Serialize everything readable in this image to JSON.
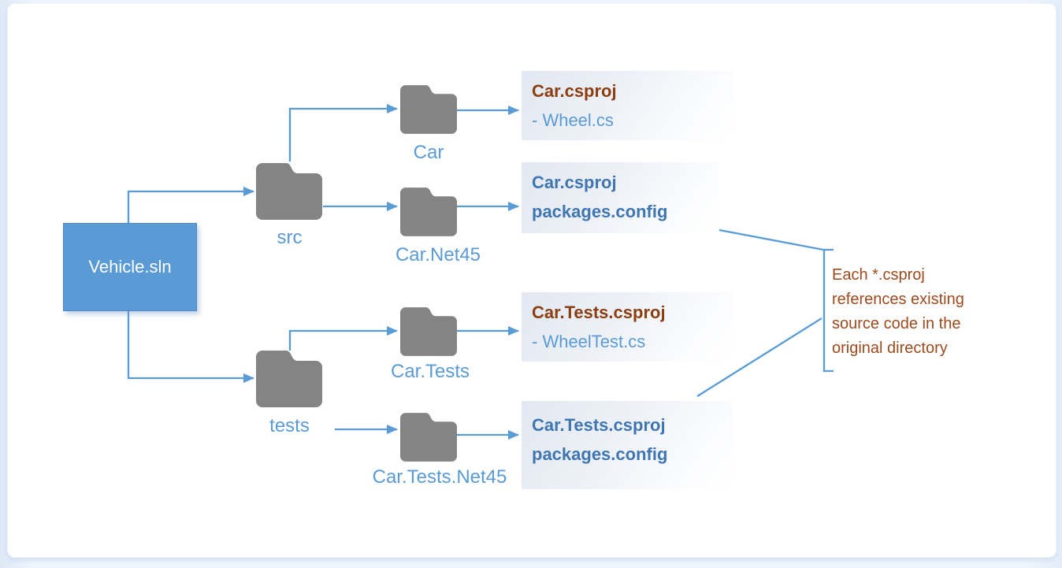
{
  "solution": {
    "label": "Vehicle.sln"
  },
  "folders": [
    {
      "id": "src",
      "label": "src"
    },
    {
      "id": "car",
      "label": "Car"
    },
    {
      "id": "car-net45",
      "label": "Car.Net45"
    },
    {
      "id": "tests",
      "label": "tests"
    },
    {
      "id": "car-tests",
      "label": "Car.Tests"
    },
    {
      "id": "car-tests-net45",
      "label": "Car.Tests.Net45"
    }
  ],
  "file_boxes": [
    {
      "lines": [
        {
          "text": "Car.csproj"
        },
        {
          "text": "- Wheel.cs"
        }
      ]
    },
    {
      "lines": [
        {
          "text": "Car.csproj"
        },
        {
          "text": "packages.config"
        }
      ]
    },
    {
      "lines": [
        {
          "text": "Car.Tests.csproj"
        },
        {
          "text": "- WheelTest.cs"
        }
      ]
    },
    {
      "lines": [
        {
          "text": "Car.Tests.csproj"
        },
        {
          "text": "packages.config"
        }
      ]
    }
  ],
  "annotation": {
    "lines": [
      "Each *.csproj",
      "references existing",
      "source code in the",
      "original directory"
    ]
  },
  "colors": {
    "connector_blue": "#5b9bd5",
    "box_text_blue_bold": "#3f76b0",
    "box_text_brown_bold": "#8c3e10",
    "annotation_brown": "#9c4a1e",
    "folder_gray": "#848484",
    "solution_fill": "#5b9bd5",
    "solution_text": "#ffffff"
  }
}
